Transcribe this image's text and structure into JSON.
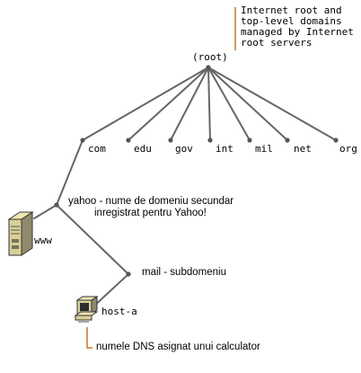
{
  "root": {
    "label": "(root)",
    "note_lines": [
      "Internet root and",
      "top-level domains",
      "managed by Internet",
      "root servers"
    ]
  },
  "tlds": [
    "com",
    "edu",
    "gov",
    "int",
    "mil",
    "net",
    "org"
  ],
  "yahoo": {
    "line1": "yahoo - nume de domeniu secundar",
    "line2": "inregistrat pentru Yahoo!"
  },
  "www": {
    "label": "www",
    "icon": "server-icon"
  },
  "mail": {
    "label": "mail - subdomeniu"
  },
  "host": {
    "label": "host-a",
    "icon": "computer-icon"
  },
  "host_note": {
    "label": "numele DNS asignat unui calculator"
  },
  "colors": {
    "line": "#666666",
    "callout": "#c8751f",
    "node": "#555555"
  }
}
